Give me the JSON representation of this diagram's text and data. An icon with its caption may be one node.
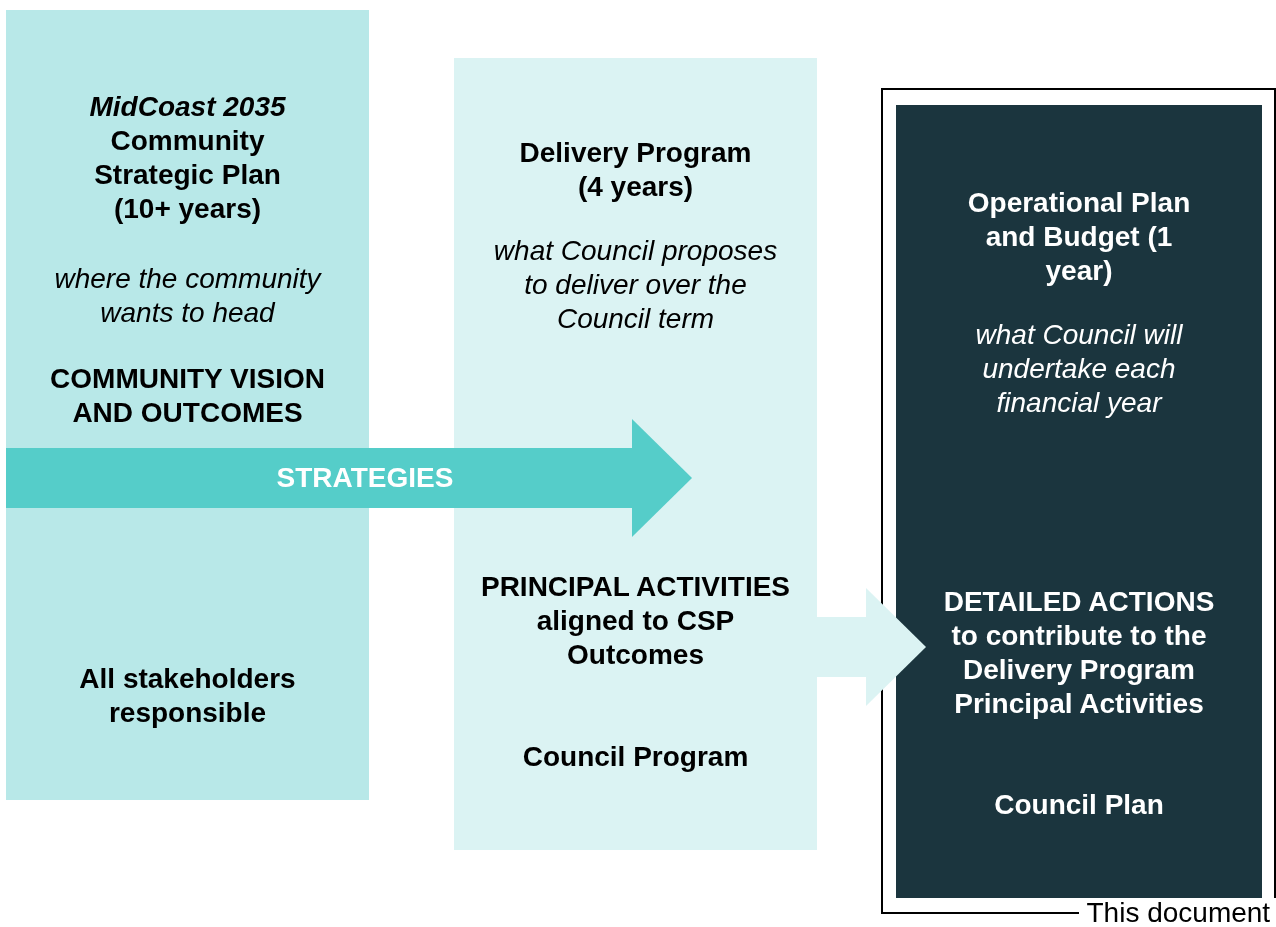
{
  "diagram": {
    "nodes": [
      {
        "text": [
          "*MidCoast 2035* Community Strategic Plan (10+ years)",
          "where the community wants to head",
          "COMMUNITY VISION AND OUTCOMES",
          "All stakeholders responsible"
        ]
      },
      {
        "text": [
          "Delivery Program (4 years)",
          "what Council proposes to deliver over the Council term",
          "PRINCIPAL ACTIVITIES aligned to CSP Outcomes",
          "Council Program"
        ]
      },
      {
        "text": [
          "This document"
        ]
      },
      {
        "text": [
          "Operational Plan and Budget (1 year)",
          "what Council will undertake each financial year",
          "DETAILED ACTIONS to contribute to the Delivery Program Principal Activities",
          "Council Plan"
        ],
        "in": 2
      }
    ],
    "edges": [
      {
        "from": 0,
        "to": 1,
        "arrow": "to",
        "label": "STRATEGIES",
        "color": "#55cdc9"
      },
      {
        "from": 1,
        "to": 3,
        "arrow": "to",
        "color": "#dbf3f3"
      }
    ]
  }
}
